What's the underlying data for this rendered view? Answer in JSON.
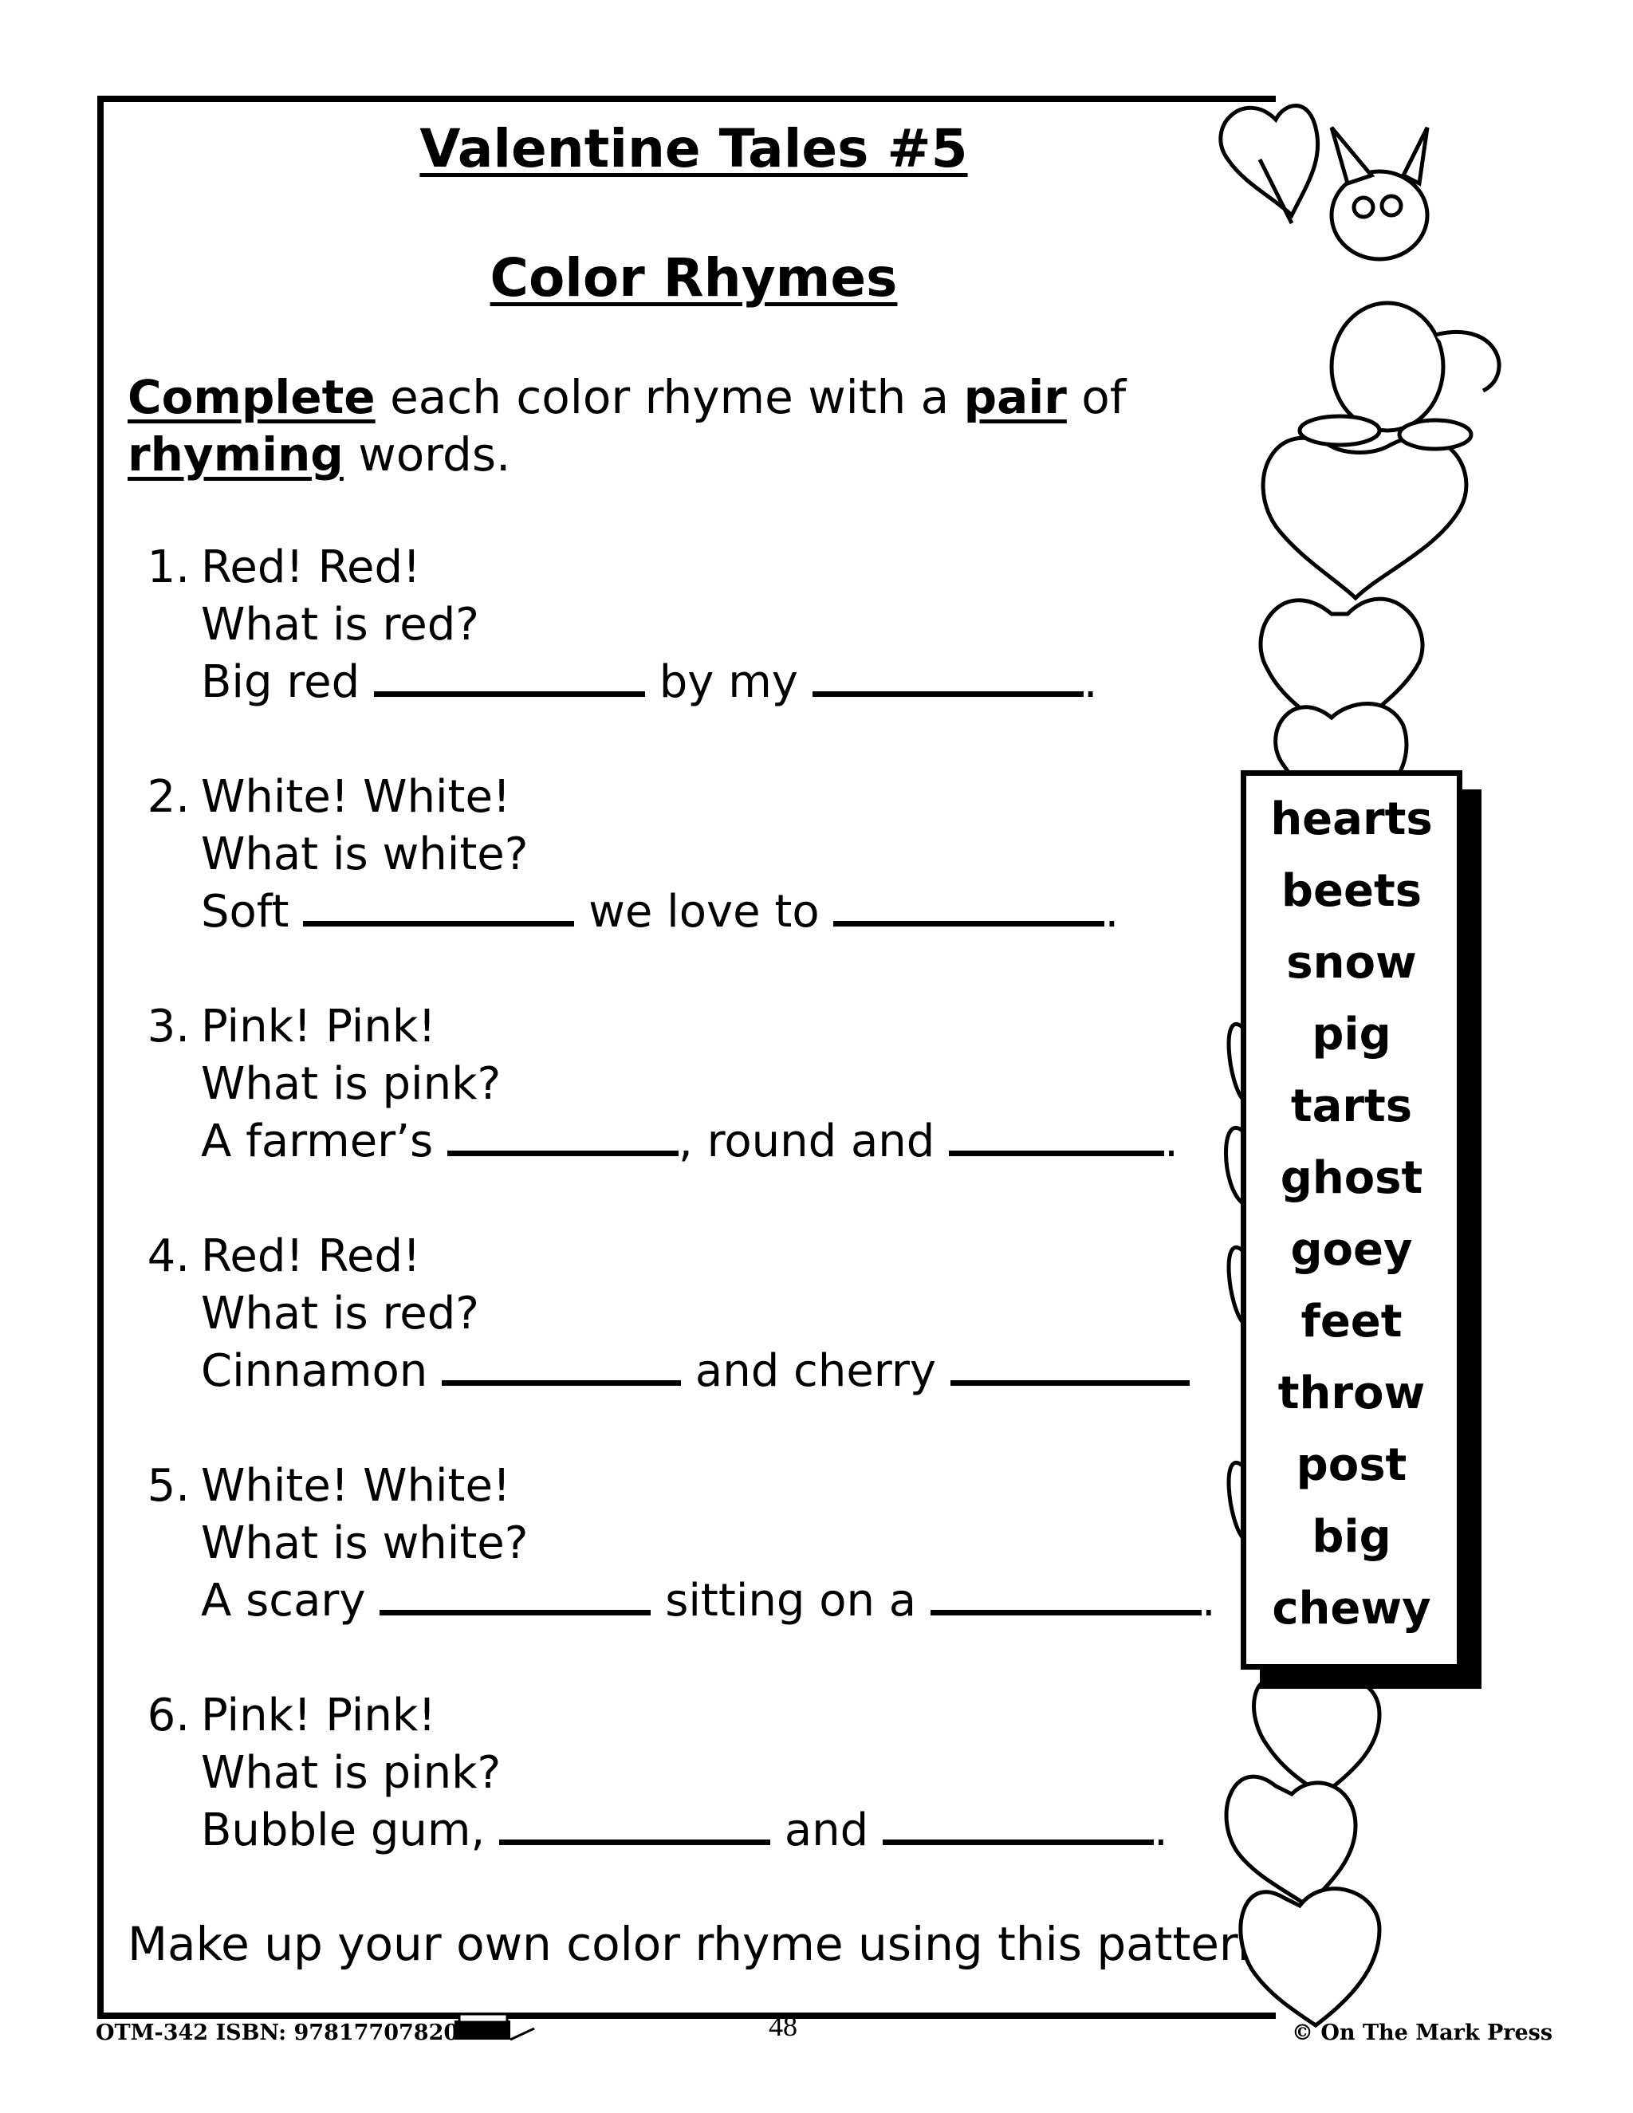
{
  "title": "Valentine Tales #5",
  "subtitle": "Color Rhymes",
  "instruction": {
    "w1": "Complete",
    "t1": " each color rhyme with a ",
    "w2": "pair",
    "t2": " of",
    "w3": "rhyming",
    "t3": " words."
  },
  "items": [
    {
      "num": "1.",
      "l1": "Red!  Red!",
      "l2": "What is red?",
      "a": "Big red",
      "b": "by my",
      "end": "."
    },
    {
      "num": "2.",
      "l1": "White!  White!",
      "l2": "What is white?",
      "a": "Soft",
      "b": "we love to",
      "end": "."
    },
    {
      "num": "3.",
      "l1": "Pink!  Pink!",
      "l2": "What is pink?",
      "a": "A farmer’s",
      "b": ", round and",
      "end": "."
    },
    {
      "num": "4.",
      "l1": "Red!  Red!",
      "l2": "What is red?",
      "a": "Cinnamon",
      "b": "and cherry",
      "end": ""
    },
    {
      "num": "5.",
      "l1": "White!  White!",
      "l2": "What is white?",
      "a": "A scary",
      "b": "sitting on a",
      "end": "."
    },
    {
      "num": "6.",
      "l1": "Pink!  Pink!",
      "l2": "What is pink?",
      "a": "Bubble gum,",
      "b": "and",
      "end": "."
    }
  ],
  "closing": "Make up your own color rhyme using this pattern.",
  "word_bank": [
    "hearts",
    "beets",
    "snow",
    "pig",
    "tarts",
    "ghost",
    "goey",
    "feet",
    "throw",
    "post",
    "big",
    "chewy"
  ],
  "footer": {
    "left": "OTM-342  ISBN: 9781770782075",
    "page": "48",
    "right": "© On The Mark Press"
  }
}
